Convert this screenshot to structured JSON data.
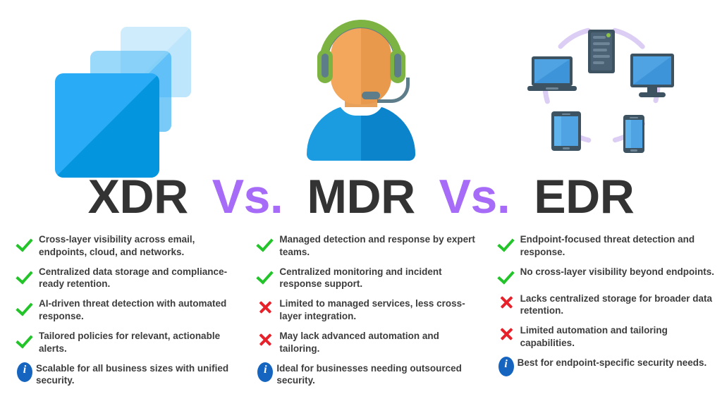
{
  "title": {
    "segments": [
      {
        "text": "XDR",
        "style": "main"
      },
      {
        "text": "Vs.",
        "style": "vs"
      },
      {
        "text": "MDR",
        "style": "main"
      },
      {
        "text": "Vs.",
        "style": "vs"
      },
      {
        "text": "EDR",
        "style": "main"
      }
    ],
    "xdr": "XDR",
    "vs_1": "Vs.",
    "mdr": "MDR",
    "vs_2": "Vs.",
    "edr": "EDR"
  },
  "colors": {
    "heading": "#333333",
    "vs_accent": "#A66CF7",
    "check_green": "#22C42A",
    "x_red": "#E8202A",
    "info_blue": "#1565C0",
    "icon_blue_light": "#29ABF5",
    "icon_blue_dark": "#0495DF",
    "headset_green": "#7CB342",
    "skin_orange": "#F2A75C",
    "shirt_blue": "#1B9BE0",
    "device_dark": "#3E5361",
    "device_screen": "#4FA3E3",
    "dashed_circle": "#DCCDF5",
    "background": "#FFFFFF"
  },
  "icons": {
    "xdr": "layered-squares-icon",
    "mdr": "support-agent-headset-icon",
    "edr": "connected-endpoints-circle-icon",
    "check": "check-icon",
    "cross": "x-icon",
    "info": "info-icon",
    "info_glyph": "i"
  },
  "columns": [
    {
      "name": "xdr",
      "bullets": [
        {
          "icon": "check",
          "text": "Cross-layer visibility across email, endpoints, cloud, and networks."
        },
        {
          "icon": "check",
          "text": "Centralized data storage and compliance-ready retention."
        },
        {
          "icon": "check",
          "text": "AI-driven threat detection with automated response."
        },
        {
          "icon": "check",
          "text": "Tailored policies for relevant, actionable alerts."
        },
        {
          "icon": "info",
          "text": "Scalable for all business sizes with unified security."
        }
      ]
    },
    {
      "name": "mdr",
      "bullets": [
        {
          "icon": "check",
          "text": "Managed detection and response by expert teams."
        },
        {
          "icon": "check",
          "text": "Centralized monitoring and incident response support."
        },
        {
          "icon": "cross",
          "text": "Limited to managed services, less cross-layer integration."
        },
        {
          "icon": "cross",
          "text": "May lack advanced automation and tailoring."
        },
        {
          "icon": "info",
          "text": "Ideal for businesses needing outsourced security."
        }
      ]
    },
    {
      "name": "edr",
      "bullets": [
        {
          "icon": "check",
          "text": "Endpoint-focused threat detection and response."
        },
        {
          "icon": "check",
          "text": "No cross-layer visibility beyond endpoints."
        },
        {
          "icon": "cross",
          "text": "Lacks centralized storage for broader data retention."
        },
        {
          "icon": "cross",
          "text": "Limited automation and tailoring capabilities."
        },
        {
          "icon": "info",
          "text": "Best for endpoint-specific security needs."
        }
      ]
    }
  ]
}
